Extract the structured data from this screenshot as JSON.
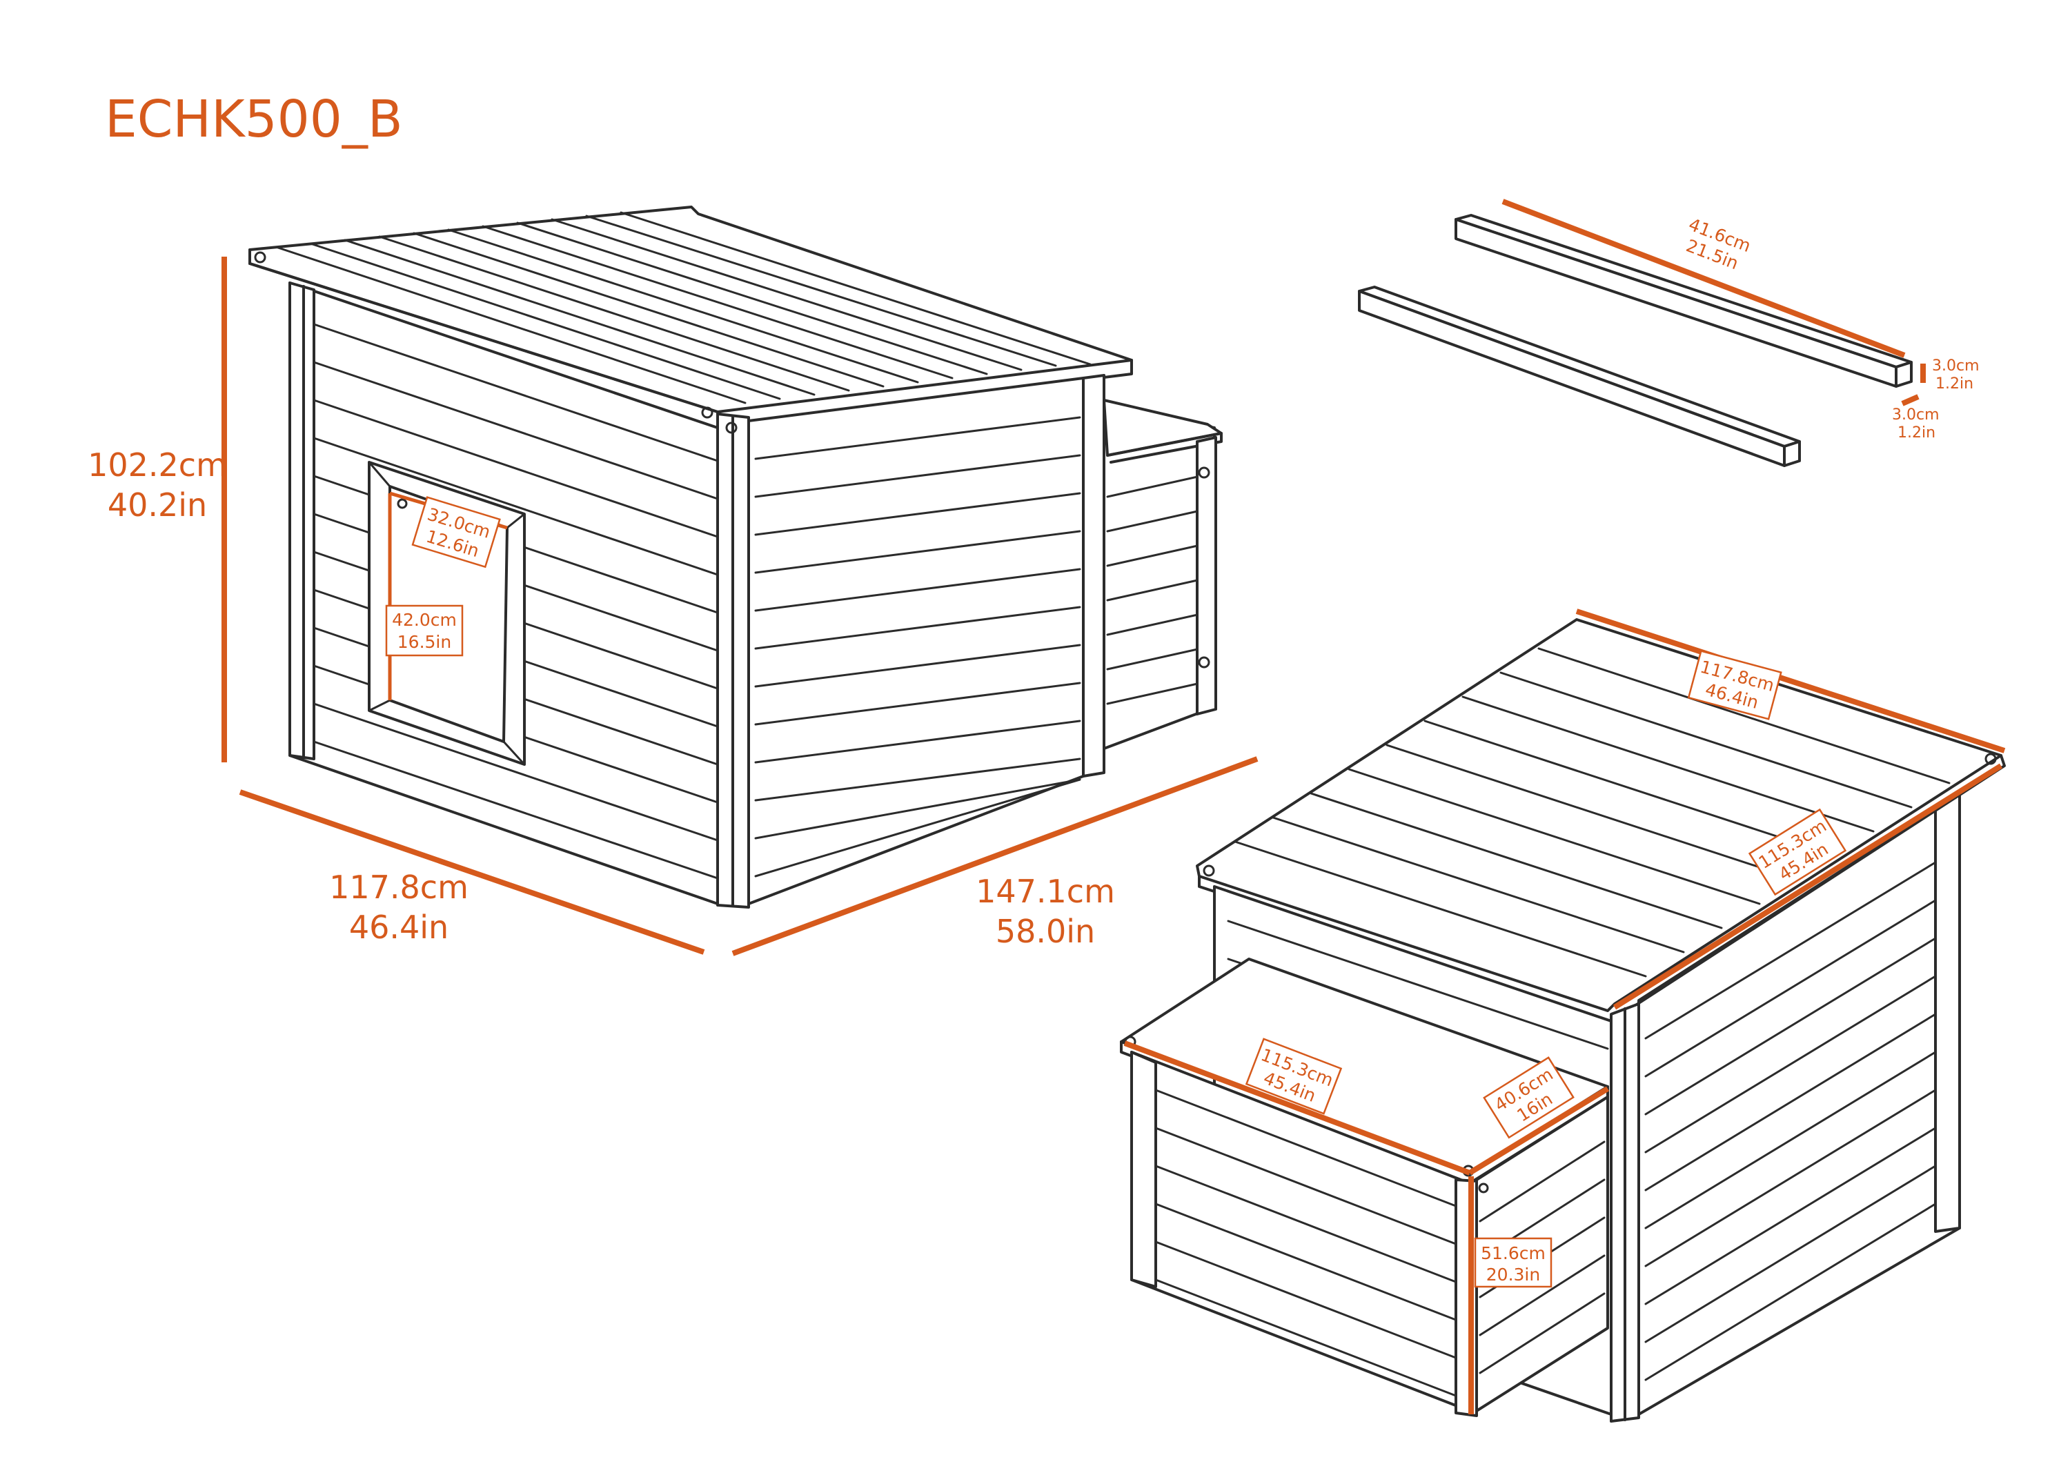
{
  "title": "ECHK500_B",
  "accent_color": "#d65a1c",
  "line_color": "#2b2b2b",
  "view_front": {
    "height": {
      "cm": "102.2cm",
      "in": "40.2in"
    },
    "width": {
      "cm": "117.8cm",
      "in": "46.4in"
    },
    "depth": {
      "cm": "147.1cm",
      "in": "58.0in"
    },
    "door_width": {
      "cm": "32.0cm",
      "in": "12.6in"
    },
    "door_height": {
      "cm": "42.0cm",
      "in": "16.5in"
    }
  },
  "view_rails": {
    "rail_length": {
      "cm": "41.6cm",
      "in": "21.5in"
    },
    "rail_height": {
      "cm": "3.0cm",
      "in": "1.2in"
    },
    "rail_width": {
      "cm": "3.0cm",
      "in": "1.2in"
    }
  },
  "view_back": {
    "roof_width": {
      "cm": "117.8cm",
      "in": "46.4in"
    },
    "roof_depth": {
      "cm": "115.3cm",
      "in": "45.4in"
    },
    "annex_width": {
      "cm": "115.3cm",
      "in": "45.4in"
    },
    "annex_depth": {
      "cm": "40.6cm",
      "in": "16in"
    },
    "annex_height": {
      "cm": "51.6cm",
      "in": "20.3in"
    }
  }
}
